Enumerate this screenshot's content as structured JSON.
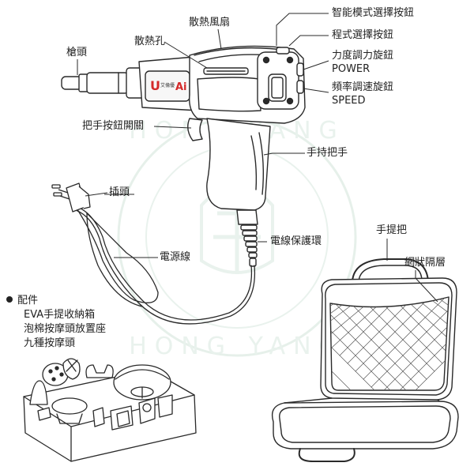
{
  "labels": {
    "gun_head": "槍頭",
    "vent_holes": "散熱孔",
    "cooling_fan": "散熱風扇",
    "smart_mode_button": "智能模式選擇按鈕",
    "program_button": "程式選擇按鈕",
    "power_knob": "力度調力旋鈕",
    "power_en": "POWER",
    "frequency_knob": "頻率調速旋鈕",
    "speed_en": "SPEED",
    "trigger_switch": "把手按鈕開關",
    "grip": "手持把手",
    "plug": "插頭",
    "power_cord": "電源線",
    "cord_guard": "電線保護環",
    "case_handle": "手提把",
    "mesh_layer": "網狀隔層"
  },
  "accessories": {
    "title": "配件",
    "items": [
      "EVA手提收納箱",
      "泡棉按摩頭放置座",
      "九種按摩頭"
    ]
  },
  "brand": {
    "logo_letter": "U",
    "brand_name": "艾倫優",
    "model_tag": "Ai"
  },
  "watermark": {
    "top_text": "HONG YANG",
    "bottom_text": "HONG YANG"
  },
  "colors": {
    "line": "#2a2a2a",
    "logo_red": "#d42a2a",
    "watermark": "#e4efe9"
  }
}
